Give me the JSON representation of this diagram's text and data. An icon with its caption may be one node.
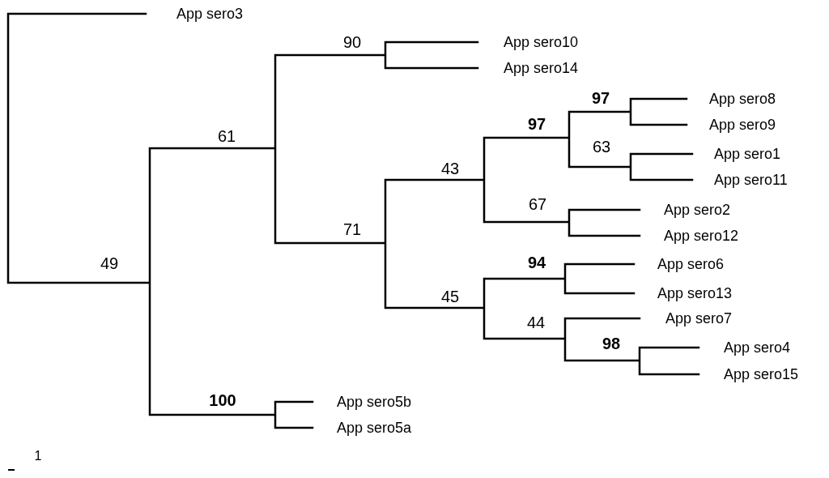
{
  "diagram": {
    "labels": [
      "App sero3",
      "90",
      "App sero10",
      "App sero14",
      "97",
      "App sero8",
      "97",
      "App sero9",
      "61",
      "63",
      "App sero1",
      "43",
      "App sero11",
      "67",
      "App sero2",
      "71",
      "App sero12",
      "49",
      "94",
      "App sero6",
      "45",
      "App sero13",
      "44",
      "App sero7",
      "98",
      "App sero4",
      "App sero15",
      "100",
      "App sero5b",
      "App sero5a",
      "1"
    ]
  }
}
